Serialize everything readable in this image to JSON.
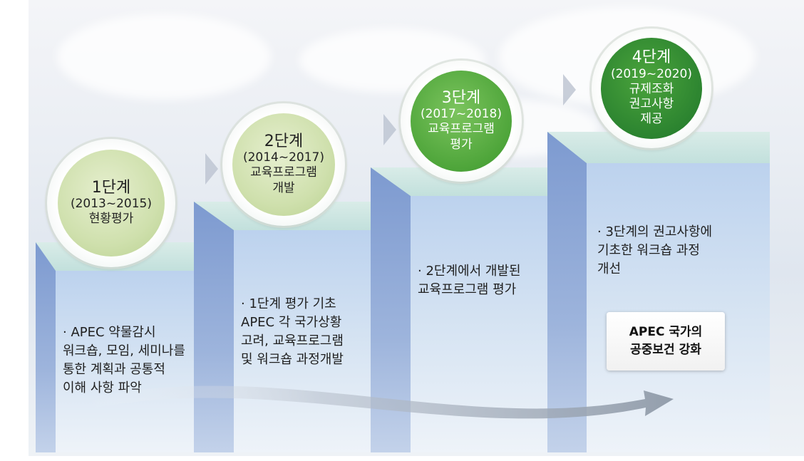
{
  "phases": [
    {
      "title": "1단계",
      "years": "(2013~2015)",
      "desc": "현황평가",
      "notes": "APEC  약물감시\n워크숍, 모임, 세미나를\n통한 계획과 공통적\n이해 사항 파악"
    },
    {
      "title": "2단계",
      "years": "(2014~2017)",
      "desc": "교육프로그램\n개발",
      "notes": "1단계 평가 기초\nAPEC 각  국가상황\n고려, 교육프로그램\n및 워크숍 과정개발"
    },
    {
      "title": "3단계",
      "years": "(2017~2018)",
      "desc": "교육프로그램\n평가",
      "notes": "2단계에서 개발된\n교육프로그램 평가"
    },
    {
      "title": "4단계",
      "years": "(2019~2020)",
      "desc": "규제조화\n권고사항\n제공",
      "notes": "3단계의 권고사항에\n기초한 워크숍 과정\n개선"
    }
  ],
  "outcome": {
    "line1": "APEC 국가의",
    "line2": "공중보건 강화"
  },
  "colors": {
    "step_front": "#d8e5f3",
    "step_side": "#7d9ad0",
    "step_top": "#c2e0dc",
    "badge_light": "#cfe0ad",
    "badge_mid": "#4ea53a",
    "badge_dark": "#2c8430",
    "arrow": "#8f9aa8"
  },
  "icons": {
    "connector": "chevron-right-icon",
    "bullet": "bullet-dot",
    "trend": "curved-arrow-icon"
  }
}
